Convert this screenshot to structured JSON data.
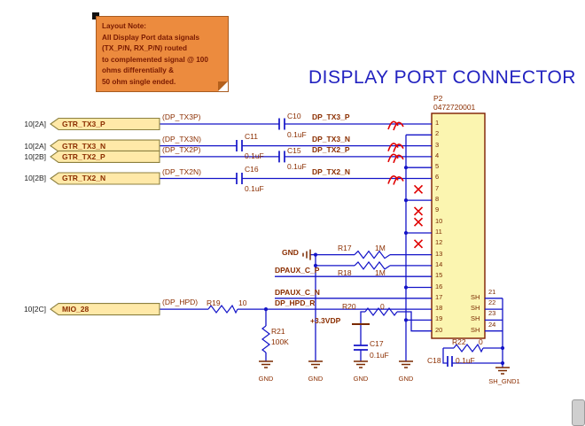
{
  "title": "DISPLAY PORT CONNECTOR",
  "note": {
    "title": "Layout Note:",
    "lines": [
      "All Display Port data signals",
      "(TX_P/N, RX_P/N) routed",
      "to complemented signal @ 100",
      "ohms differentially &",
      "50 ohm single ended."
    ]
  },
  "flags": [
    {
      "ref": "10[2A]",
      "name": "GTR_TX3_P",
      "port": "(DP_TX3P)"
    },
    {
      "ref": "10[2A]",
      "name": "GTR_TX3_N",
      "port": "(DP_TX3N)"
    },
    {
      "ref": "10[2B]",
      "name": "GTR_TX2_P",
      "port": "(DP_TX2P)"
    },
    {
      "ref": "10[2B]",
      "name": "GTR_TX2_N",
      "port": "(DP_TX2N)"
    },
    {
      "ref": "10[2C]",
      "name": "MIO_28",
      "port": "(DP_HPD)"
    }
  ],
  "nets": {
    "dp_tx3_p": "DP_TX3_P",
    "dp_tx3_n": "DP_TX3_N",
    "dp_tx2_p": "DP_TX2_P",
    "dp_tx2_n": "DP_TX2_N",
    "dpaux_c_p": "DPAUX_C_P",
    "dpaux_c_n": "DPAUX_C_N",
    "dp_hpd_r": "DP_HPD_R",
    "gnd": "GND",
    "p3v3": "+3.3VDP",
    "sh_gnd1": "SH_GND1"
  },
  "capacitors": [
    {
      "ref": "C10",
      "value": "0.1uF"
    },
    {
      "ref": "C11",
      "value": "0.1uF"
    },
    {
      "ref": "C15",
      "value": "0.1uF"
    },
    {
      "ref": "C16",
      "value": "0.1uF"
    },
    {
      "ref": "C17",
      "value": "0.1uF"
    },
    {
      "ref": "C18",
      "value": "0.1uF"
    }
  ],
  "resistors": [
    {
      "ref": "R17",
      "value": "1M"
    },
    {
      "ref": "R18",
      "value": "1M"
    },
    {
      "ref": "R19",
      "value": "10"
    },
    {
      "ref": "R20",
      "value": "0"
    },
    {
      "ref": "R21",
      "value": "100K"
    },
    {
      "ref": "R22",
      "value": "0"
    }
  ],
  "connector": {
    "refdes": "P2",
    "part_number": "0472720001",
    "pins_left": [
      "1",
      "2",
      "3",
      "4",
      "5",
      "6",
      "7",
      "8",
      "9",
      "10",
      "11",
      "12",
      "13",
      "14",
      "15",
      "16",
      "17",
      "18",
      "19",
      "20"
    ],
    "pins_right": [
      {
        "name": "SH",
        "number": "21"
      },
      {
        "name": "SH",
        "number": "22"
      },
      {
        "name": "SH",
        "number": "23"
      },
      {
        "name": "SH",
        "number": "24"
      }
    ]
  },
  "gnd_labels": [
    "GND",
    "GND",
    "GND",
    "GND"
  ],
  "colors": {
    "wire_blue": "#1414C8",
    "accent_red": "#E00000",
    "part_fill": "#FBF5B0",
    "part_border": "#7E1E00",
    "text_maroon": "#8B2E00",
    "title_blue": "#2222C0",
    "note_orange": "#EC8B3E",
    "flag_yellow": "#FFE9A8"
  }
}
